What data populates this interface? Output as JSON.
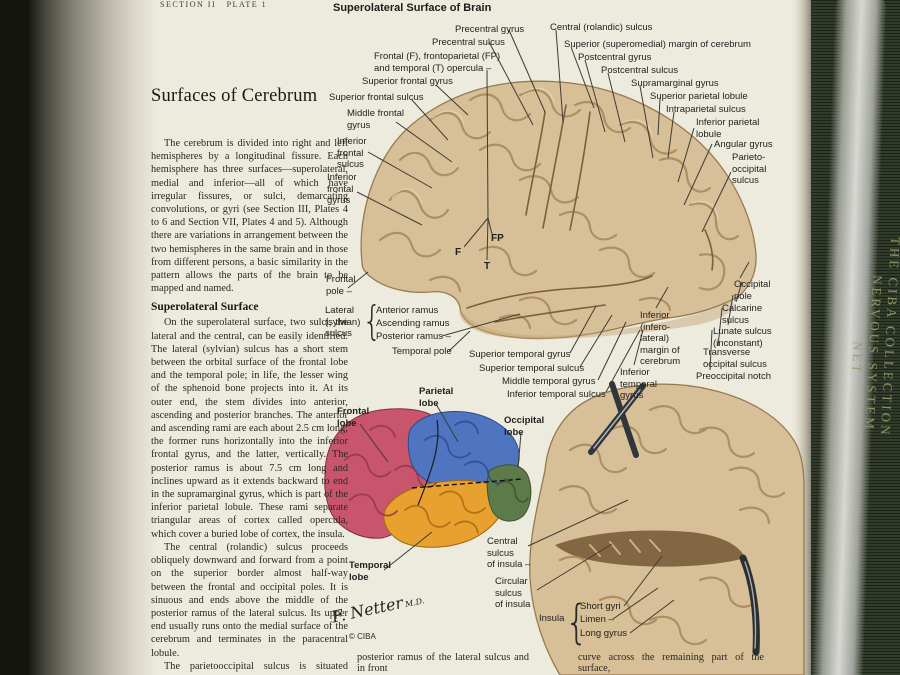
{
  "colors": {
    "page_cream": "#edeade",
    "brain_tan": "#d7bf97",
    "brain_outline": "#98794f",
    "frontal_red": "#c9556d",
    "parietal_blue": "#4f74c0",
    "temporal_orange": "#e8a02e",
    "occipital_green": "#5d7a4a",
    "book_green": "#2c3626",
    "spine_gold": "#8f9562"
  },
  "header": {
    "section": "SECTION II   PLATE 1",
    "plate_title": "Superolateral Surface of Brain"
  },
  "spine": {
    "title": "THE CIBA COLLECTION",
    "subtitle": "NERVOUS SYSTEM",
    "partial": "NET"
  },
  "article": {
    "heading": "Surfaces of Cerebrum",
    "para1": "The cerebrum is divided into right and left hemispheres by a longitudinal fissure. Each hemisphere has three surfaces—superolateral, medial and inferior—all of which have irregular fissures, or sulci, demarcating convolutions, or gyri (see Section III, Plates 4 to 6 and Section VII, Plates 4 and 5). Although there are variations in arrangement between the two hemispheres in the same brain and in those from different persons, a basic similarity in the pattern allows the parts of the brain to be mapped and named.",
    "subheading": "Superolateral Surface",
    "para2": "On the superolateral surface, two sulci, the lateral and the central, can be easily identified. The lateral (sylvian) sulcus has a short stem between the orbital surface of the frontal lobe and the temporal pole; in life, the lesser wing of the sphenoid bone projects into it. At its outer end, the stem divides into anterior, ascending and posterior branches. The anterior and ascending rami are each about 2.5 cm long; the former runs horizontally into the inferior frontal gyrus, and the latter, vertically. The posterior ramus is about 7.5 cm long and inclines upward as it extends backward to end in the supramarginal gyrus, which is part of the inferior parietal lobule. These rami separate triangular areas of cortex called opercula, which cover a buried lobe of cortex, the insula.",
    "para3": "The central (rolandic) sulcus proceeds obliquely downward and forward from a point on the superior border almost half-way between the frontal and occipital poles. It is sinuous and ends above the middle of the posterior ramus of the lateral sulcus. Its upper end usually runs onto the medial surface of the cerebrum and terminates in the paracentral lobule.",
    "para4": "The parietooccipital sulcus is situated mainly on"
  },
  "continuation": {
    "middle": "posterior ramus of the lateral sulcus and in front",
    "right": "curve across the remaining part of the surface,"
  },
  "signature": {
    "artist": "F. Netter",
    "suffix": "M.D.",
    "copyright": "© CIBA"
  },
  "glyphs": {
    "brace": "{"
  },
  "labels": {
    "main": [
      "Precentral gyrus",
      "Precentral sulcus",
      "Frontal (F), frontoparietal (FP)\nand temporal (T) opercula –",
      "Superior frontal gyrus",
      "Superior frontal sulcus",
      "Middle frontal\ngyrus",
      "Inferior\nfrontal\nsulcus",
      "Inferior\nfrontal\ngyrus",
      "Frontal\npole –",
      "Lateral\n(sylvian)\nsulcus",
      "Anterior ramus",
      "Ascending ramus",
      "Posterior ramus –",
      "Temporal pole",
      "Central (rolandic) sulcus",
      "Superior (superomedial) margin of cerebrum",
      "Postcentral gyrus",
      "Postcentral sulcus",
      "Supramarginal gyrus",
      "Superior parietal lobule",
      "Intraparietal sulcus",
      "Inferior parietal\nlobule",
      "Angular gyrus",
      "Parieto-\noccipital\nsulcus",
      "Occipital\npole",
      "Calcarine\nsulcus",
      "Lunate sulcus\n(inconstant)",
      "Transverse\noccipital sulcus",
      "Preoccipital notch",
      "Inferior\n(infero-\nlateral)\nmargin of\ncerebrum",
      "Inferior\ntemporal\ngyrus",
      "Superior temporal gyrus",
      "Superior temporal sulcus",
      "Middle temporal gyrus",
      "Inferior temporal sulcus",
      "F",
      "FP",
      "T"
    ],
    "lobes": [
      "Frontal\nlobe",
      "Parietal\nlobe",
      "Occipital\nlobe",
      "Temporal\nlobe"
    ],
    "insula": [
      "Central\nsulcus\nof insula –",
      "Circular\nsulcus\nof insula",
      "Insula",
      "Short gyri",
      "Limen –",
      "Long gyrus"
    ]
  }
}
